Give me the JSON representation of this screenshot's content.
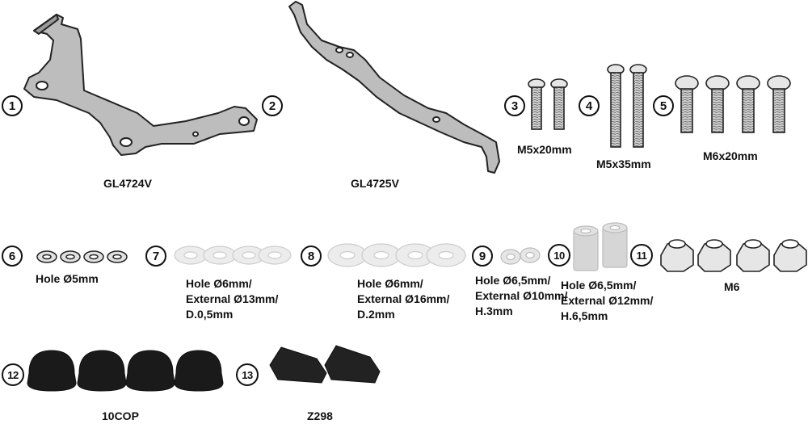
{
  "parts": [
    {
      "number": "1"
    },
    {
      "number": "2",
      "label": "GL4724V"
    },
    {
      "number": "",
      "label": "GL4725V"
    },
    {
      "number": "3",
      "label": "M5x20mm"
    },
    {
      "number": "4",
      "label": "M5x35mm"
    },
    {
      "number": "5",
      "label": "M6x20mm"
    },
    {
      "number": "6",
      "label": "Hole Ø5mm"
    },
    {
      "number": "7",
      "lines": [
        "Hole Ø6mm/",
        "External Ø13mm/",
        "D.0,5mm"
      ]
    },
    {
      "number": "8",
      "lines": [
        "Hole Ø6mm/",
        "External Ø16mm/",
        "D.2mm"
      ]
    },
    {
      "number": "9",
      "lines": [
        "Hole Ø6,5mm/",
        "External Ø10mm/",
        "H.3mm"
      ]
    },
    {
      "number": "10",
      "lines": [
        "Hole Ø6,5mm/",
        "External Ø12mm/",
        "H.6,5mm"
      ]
    },
    {
      "number": "11",
      "label": "M6"
    },
    {
      "number": "12",
      "label": "10COP"
    },
    {
      "number": "13",
      "label": "Z298"
    }
  ],
  "colors": {
    "ink": "#111111",
    "metal": "#bfbfbf",
    "washer": "#e8e8e8",
    "spacer": "#d9d9d9",
    "cap": "#1a1a1a",
    "pad": "#222222"
  }
}
